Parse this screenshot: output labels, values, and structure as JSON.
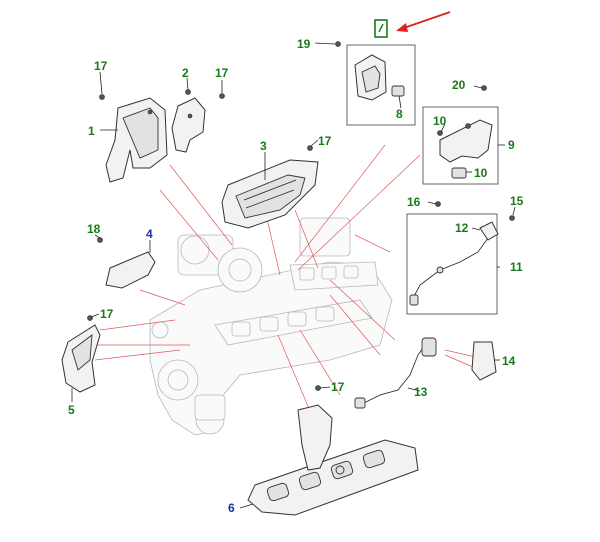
{
  "labels": {
    "p1": "1",
    "p2": "2",
    "p3": "3",
    "p4": "4",
    "p5": "5",
    "p6": "6",
    "p8": "8",
    "p9": "9",
    "p10a": "10",
    "p10b": "10",
    "p11": "11",
    "p12": "12",
    "p13": "13",
    "p14": "14",
    "p15": "15",
    "p16": "16",
    "p17a": "17",
    "p17b": "17",
    "p17c": "17",
    "p17d": "17",
    "p17e": "17",
    "p18": "18",
    "p19": "19",
    "p20": "20"
  },
  "colors": {
    "label_green": "#1a7a1a",
    "label_blue": "#1a2fa8",
    "arrow": "#e02020",
    "highlight": "#1a7a1a"
  }
}
